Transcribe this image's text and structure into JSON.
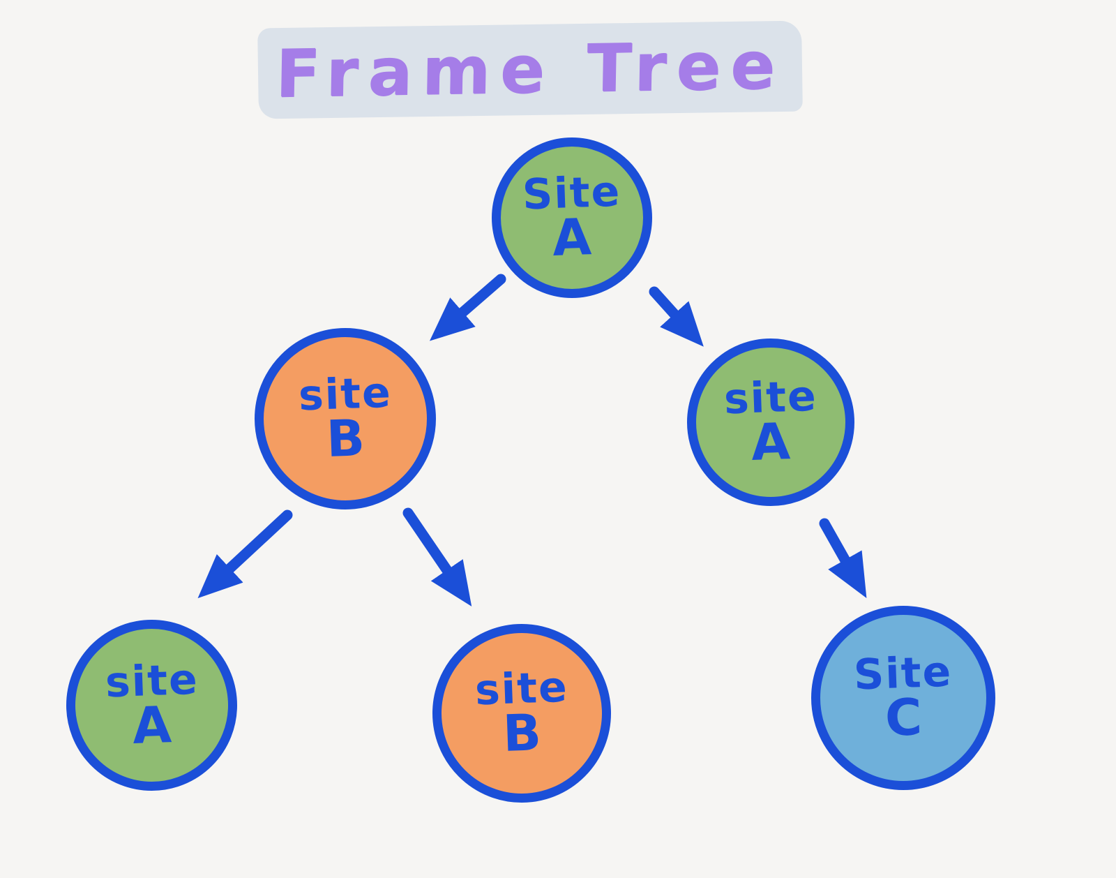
{
  "title": "Frame Tree",
  "colors": {
    "ink_blue": "#1b4fd8",
    "green": "#8fbc72",
    "orange": "#f49d62",
    "blue_fill": "#6fb0da",
    "purple": "#a57de8",
    "highlight": "#dbe2ea",
    "background": "#f6f5f3"
  },
  "nodes": [
    {
      "id": "root",
      "label_top": "Site",
      "label_letter": "A",
      "fill": "#8fbc72"
    },
    {
      "id": "child-left",
      "label_top": "site",
      "label_letter": "B",
      "fill": "#f49d62"
    },
    {
      "id": "child-right",
      "label_top": "site",
      "label_letter": "A",
      "fill": "#8fbc72"
    },
    {
      "id": "leaf-left",
      "label_top": "site",
      "label_letter": "A",
      "fill": "#8fbc72"
    },
    {
      "id": "leaf-middle",
      "label_top": "site",
      "label_letter": "B",
      "fill": "#f49d62"
    },
    {
      "id": "leaf-right",
      "label_top": "Site",
      "label_letter": "C",
      "fill": "#6fb0da"
    }
  ],
  "edges": [
    {
      "from": "root",
      "to": "child-left"
    },
    {
      "from": "root",
      "to": "child-right"
    },
    {
      "from": "child-left",
      "to": "leaf-left"
    },
    {
      "from": "child-left",
      "to": "leaf-middle"
    },
    {
      "from": "child-right",
      "to": "leaf-right"
    }
  ]
}
